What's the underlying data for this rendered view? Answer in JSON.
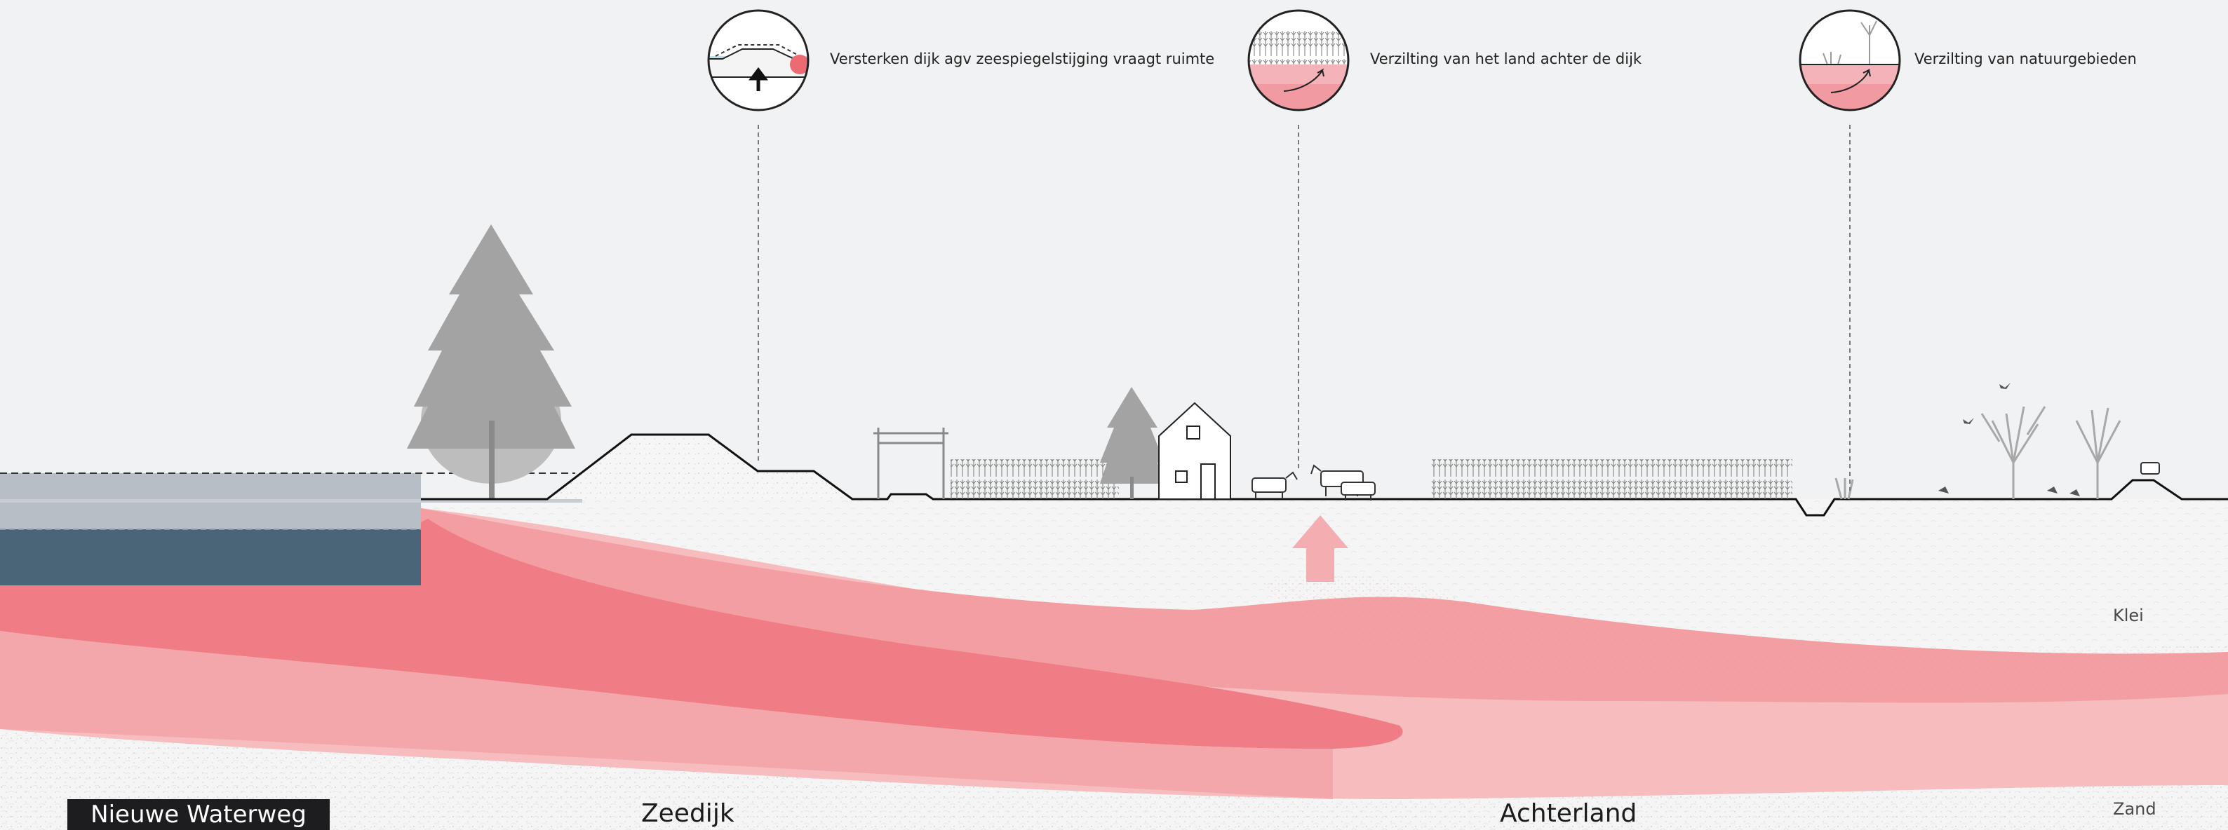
{
  "annotations": [
    {
      "label": "Versterken dijk agv zeespiegelstijging vraagt ruimte",
      "icon": "dike-raise-icon"
    },
    {
      "label": "Verzilting van het land achter de dijk",
      "icon": "crop-salinization-icon"
    },
    {
      "label": "Verzilting van natuurgebieden",
      "icon": "nature-salinization-icon"
    }
  ],
  "zones": {
    "water": "Nieuwe Waterweg",
    "dike": "Zeedijk",
    "hinterland": "Achterland"
  },
  "soil_layers": {
    "clay": "Klei",
    "sand": "Zand"
  },
  "colors": {
    "background": "#f1f2f3",
    "water_deep": "#4b6578",
    "water_rise": "#b8bec6",
    "salt_dark": "#ef727c",
    "salt_mid": "#f39ea3",
    "salt_light": "#f6bcbe",
    "vegetation_grey": "#a3a3a3"
  }
}
